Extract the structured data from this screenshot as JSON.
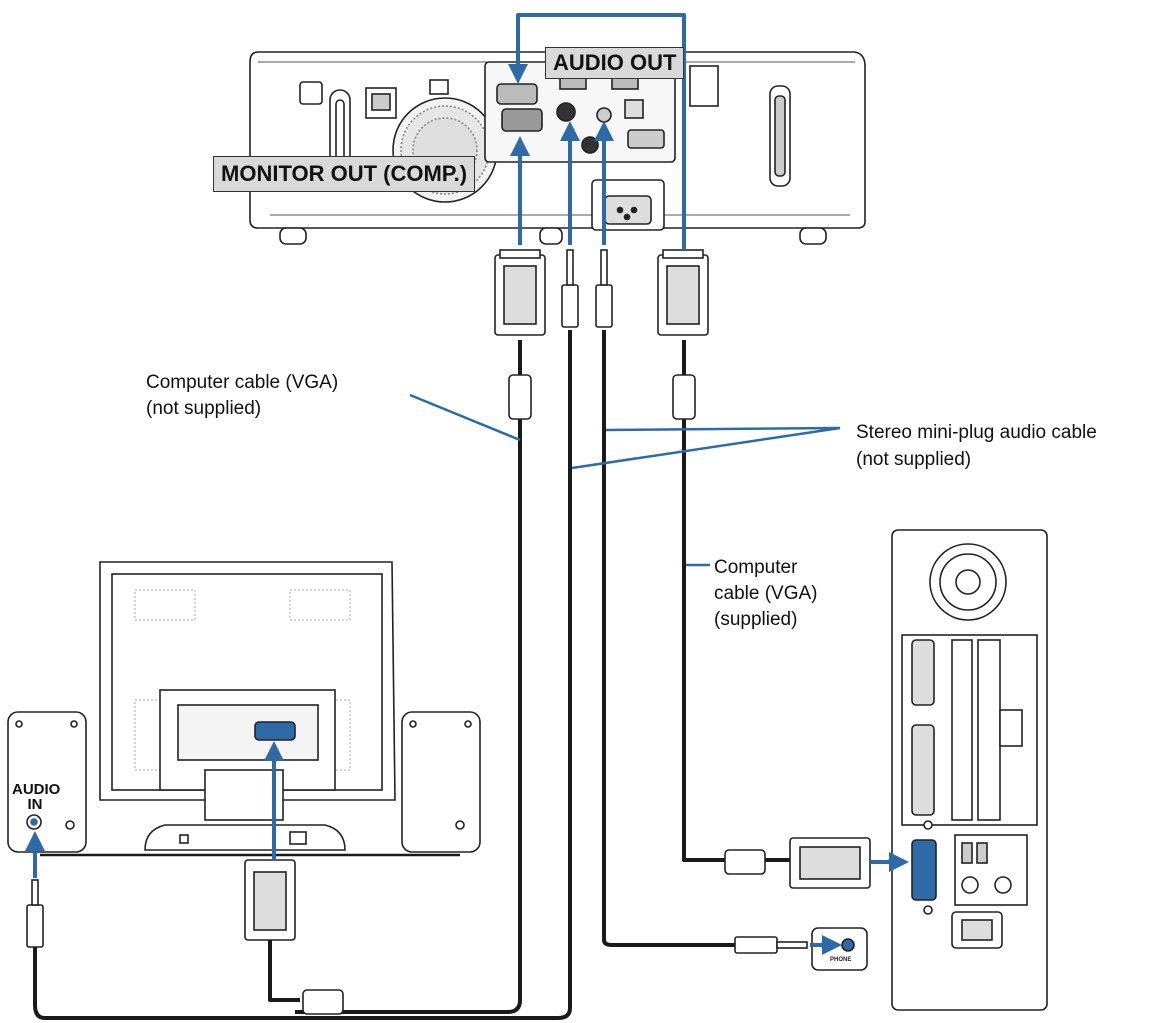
{
  "labels": {
    "audio_out": "AUDIO OUT",
    "monitor_out": "MONITOR OUT (COMP.)",
    "cable_vga_left_line1": "Computer cable (VGA)",
    "cable_vga_left_line2": "(not supplied)",
    "stereo_cable_line1": "Stereo mini-plug audio cable",
    "stereo_cable_line2": "(not supplied)",
    "cable_vga_right_line1": "Computer",
    "cable_vga_right_line2": "cable (VGA)",
    "cable_vga_right_line3": "(supplied)",
    "audio_in_line1": "AUDIO",
    "audio_in_line2": "IN",
    "phone": "PHONE"
  },
  "colors": {
    "signal_arrow": "#2e6aa8",
    "callout_bg": "#d9d9d9",
    "cable": "#1a1a1a"
  },
  "icons": [
    "projector",
    "monitor",
    "speaker",
    "computer-tower",
    "vga-plug",
    "mini-plug"
  ]
}
